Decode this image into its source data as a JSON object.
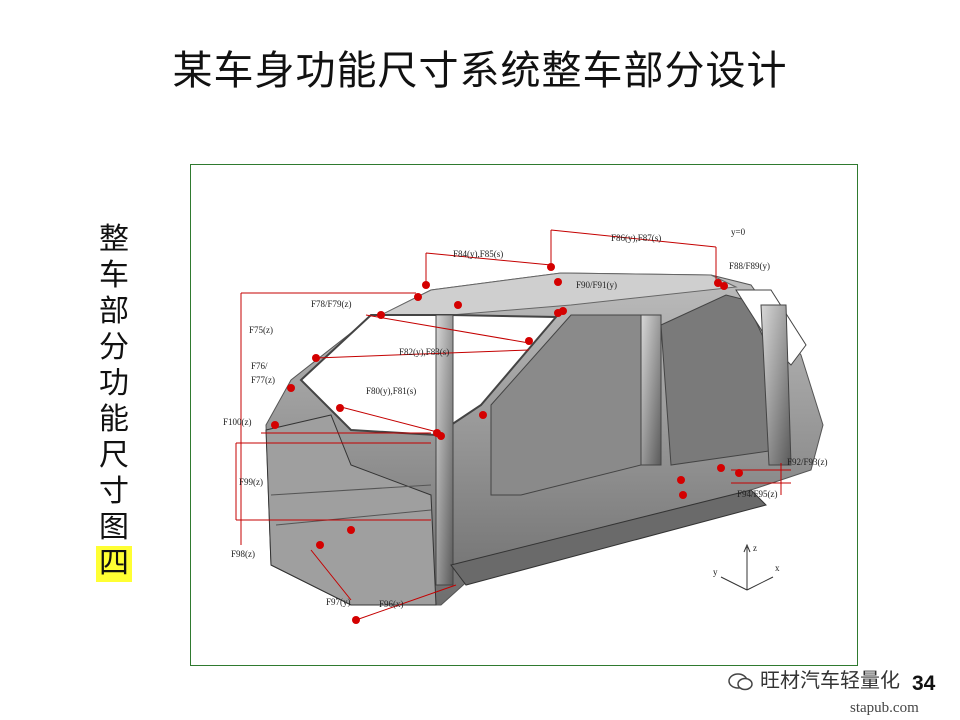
{
  "slide": {
    "title": "某车身功能尺寸系统整车部分设计",
    "side_title_chars": [
      "整",
      "车",
      "部",
      "分",
      "功",
      "能",
      "尺",
      "寸",
      "图"
    ],
    "side_title_highlight": "四",
    "page_number": "34",
    "watermark": "旺材汽车轻量化",
    "site": "stapub.com"
  },
  "diagram": {
    "labels": {
      "y0": "y=0",
      "f86": "F86(y),F87(s)",
      "f84": "F84(y),F85(s)",
      "f88": "F88/F89(y)",
      "f90": "F90/F91(y)",
      "f78": "F78/F79(z)",
      "f75": "F75(z)",
      "f82": "F82(y),F83(s)",
      "f76a": "F76/",
      "f76b": "F77(z)",
      "f80": "F80(y),F81(s)",
      "f100": "F100(z)",
      "f99": "F99(z)",
      "f92": "F92/F93(z)",
      "f94": "F94/F95(z)",
      "f98": "F98(z)",
      "f97": "F97(y)",
      "f96": "F96(x)"
    },
    "axes": {
      "z": "z",
      "y": "y",
      "x": "x"
    }
  }
}
